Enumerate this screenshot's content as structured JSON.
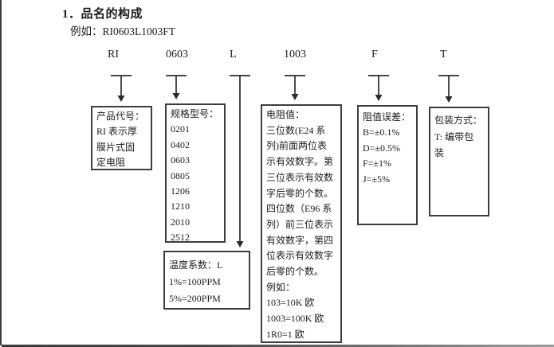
{
  "page": {
    "section_title": "1．品名的构成",
    "example": "例如：RI0603L1003FT"
  },
  "part_code": {
    "segments": [
      {
        "label": "RI"
      },
      {
        "label": "0603"
      },
      {
        "label": "L"
      },
      {
        "label": "1003"
      },
      {
        "label": "F"
      },
      {
        "label": "T"
      }
    ]
  },
  "boxes": {
    "product_code": {
      "text": "产品代号：\nRI 表示厚\n膜片式固\n定电阻"
    },
    "size_spec": {
      "text": "规格型号：\n0201\n0402\n0603\n0805\n1206\n1210\n2010\n2512"
    },
    "temp_coefficient": {
      "text": "温度系数：L\n1%=100PPM\n5%=200PPM"
    },
    "resistance_value": {
      "text": "电阻值：\n三位数(E24 系\n列)前面两位表\n示有效数字。第\n三位表示有效数\n字后零的个数。\n四位数（E96 系\n列）前三位表示\n有效数字，第四\n位表示有效数字\n后零的个数。\n例如：\n103=10K 欧\n1003=100K 欧\n1R0=1 欧"
    },
    "tolerance": {
      "text": "阻值误差：\nB=±0.1%\nD=±0.5%\nF=±1%\nJ=±5%"
    },
    "packaging": {
      "text": "包装方式：\nT: 编带包\n装"
    }
  },
  "colors": {
    "ink": "#1c1c1c",
    "border": "#3d3d3d"
  }
}
